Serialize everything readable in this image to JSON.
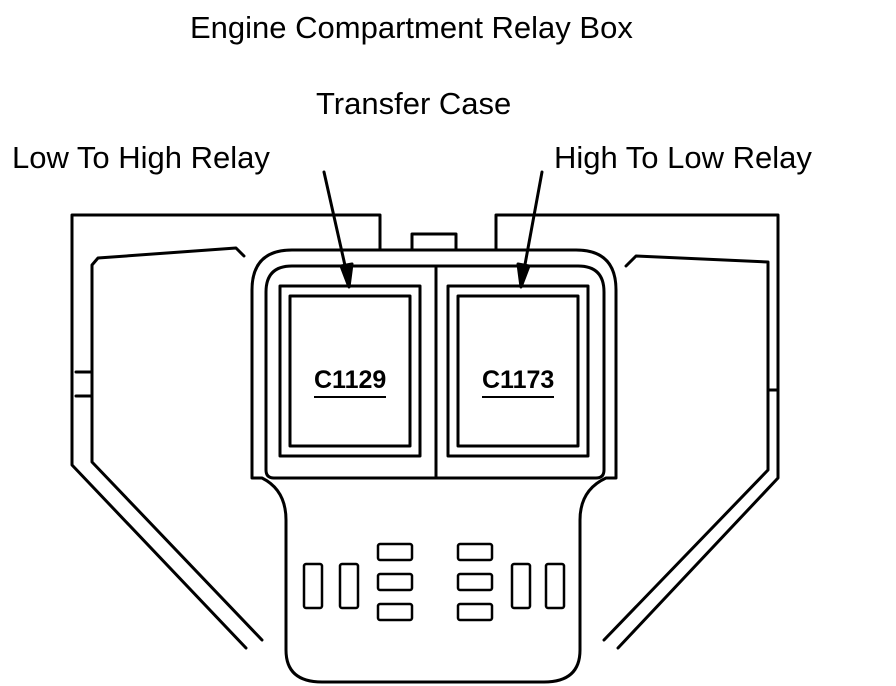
{
  "title": "Engine Compartment Relay Box",
  "labels": {
    "transfer_case": "Transfer Case",
    "low_to_high": "Low To High Relay",
    "high_to_low": "High To Low Relay"
  },
  "connectors": {
    "left": "C1129",
    "right": "C1173"
  },
  "colors": {
    "line": "#000000",
    "background": "#ffffff"
  }
}
